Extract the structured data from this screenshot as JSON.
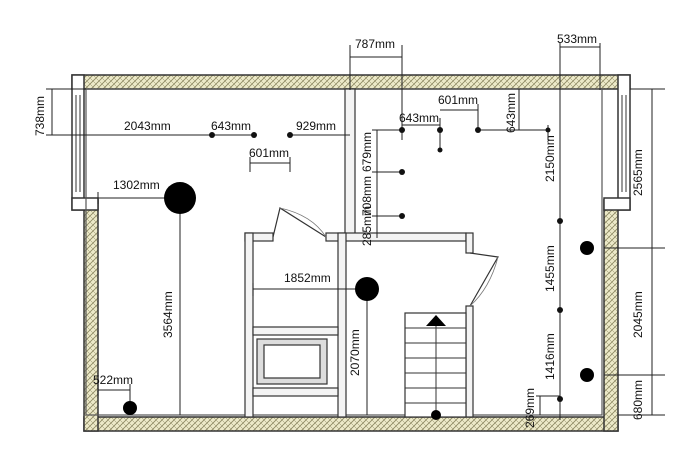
{
  "dimensions": {
    "d787": "787mm",
    "d533": "533mm",
    "d738": "738mm",
    "d601_top": "601mm",
    "d643_rt": "643mm",
    "d643_mid": "643mm",
    "d2043": "2043mm",
    "d643_left": "643mm",
    "d929": "929mm",
    "d601_left": "601mm",
    "d679": "679mm",
    "d708": "708mm",
    "d285": "285mm",
    "d2150": "2150mm",
    "d2565": "2565mm",
    "d1302": "1302mm",
    "d1852": "1852mm",
    "d3564": "3564mm",
    "d2070": "2070mm",
    "d1455": "1455mm",
    "d2045": "2045mm",
    "d1416": "1416mm",
    "d522": "522mm",
    "d269": "269mm",
    "d680": "680mm"
  },
  "colors": {
    "insulation": "#ece9c8",
    "wall_line": "#333333",
    "light_fixture": "#000000"
  }
}
